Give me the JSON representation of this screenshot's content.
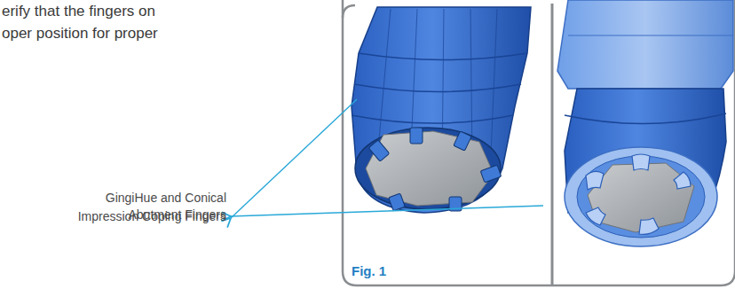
{
  "diagram": {
    "labels": [
      "erify that the fingers on",
      "oper position for proper",
      "GingiHue and Conical Abutment Fingers",
      "Impression Coping Fingers",
      "Fig. 1"
    ]
  }
}
